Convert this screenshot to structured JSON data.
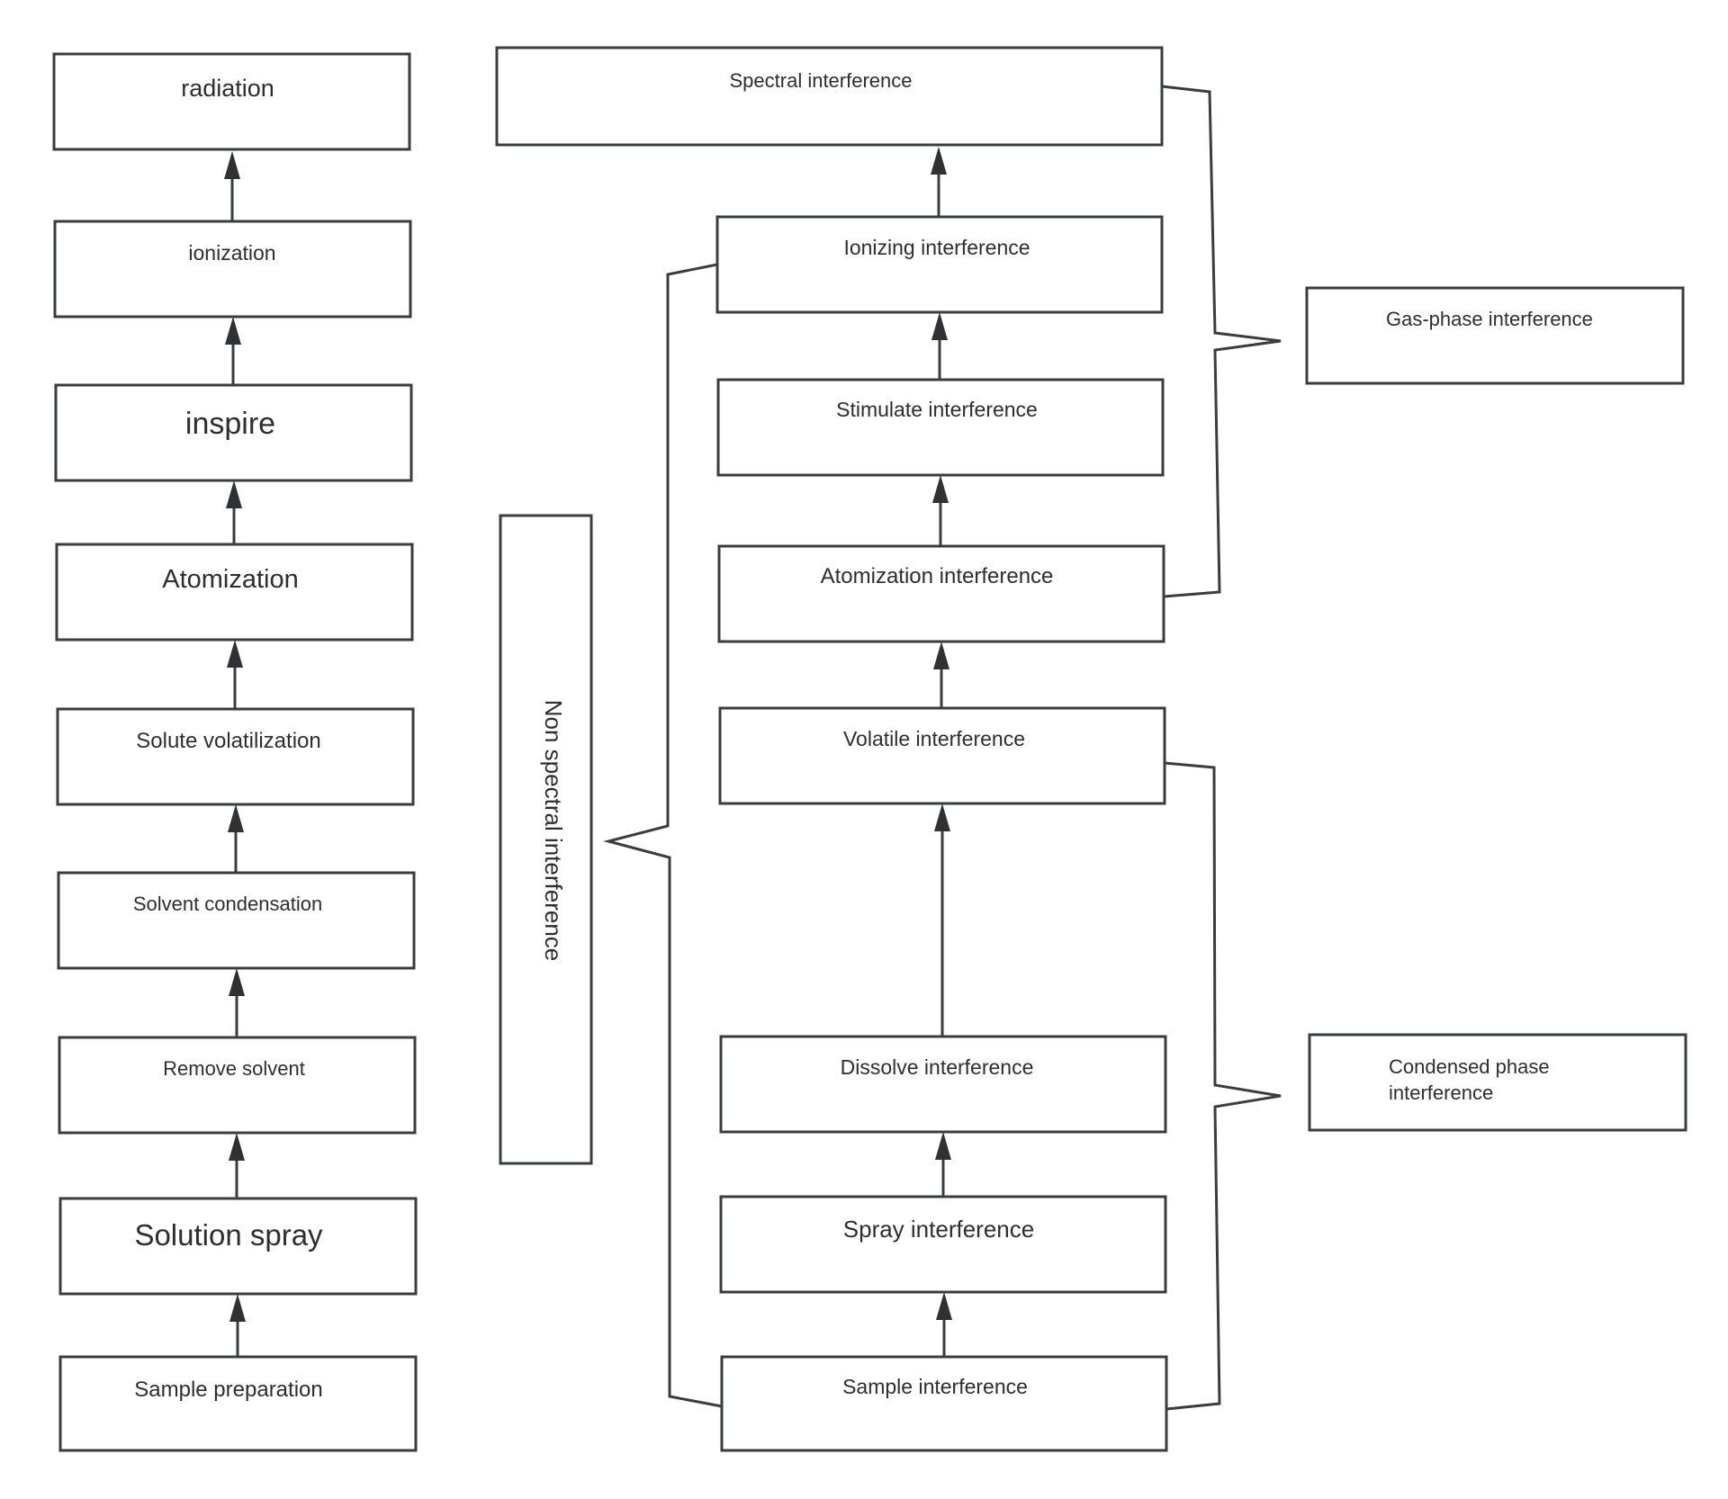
{
  "process_steps": [
    {
      "label": "radiation"
    },
    {
      "label": "ionization"
    },
    {
      "label": "inspire"
    },
    {
      "label": "Atomization"
    },
    {
      "label": "Solute volatilization"
    },
    {
      "label": "Solvent condensation"
    },
    {
      "label": "Remove solvent"
    },
    {
      "label": "Solution spray"
    },
    {
      "label": "Sample preparation"
    }
  ],
  "interference_steps": [
    {
      "label": "Spectral interference"
    },
    {
      "label": "Ionizing interference"
    },
    {
      "label": "Stimulate interference"
    },
    {
      "label": "Atomization interference"
    },
    {
      "label": "Volatile interference"
    },
    {
      "label": "Dissolve interference"
    },
    {
      "label": "Spray interference"
    },
    {
      "label": "Sample interference"
    }
  ],
  "non_spectral_label": "Non spectral interference",
  "gas_phase_label": "Gas-phase interference",
  "condensed_phase_label": [
    "Condensed phase",
    "interference"
  ],
  "colors": {
    "line": "#3a3d40",
    "text": "#2e2e2e",
    "background": "#ffffff"
  }
}
